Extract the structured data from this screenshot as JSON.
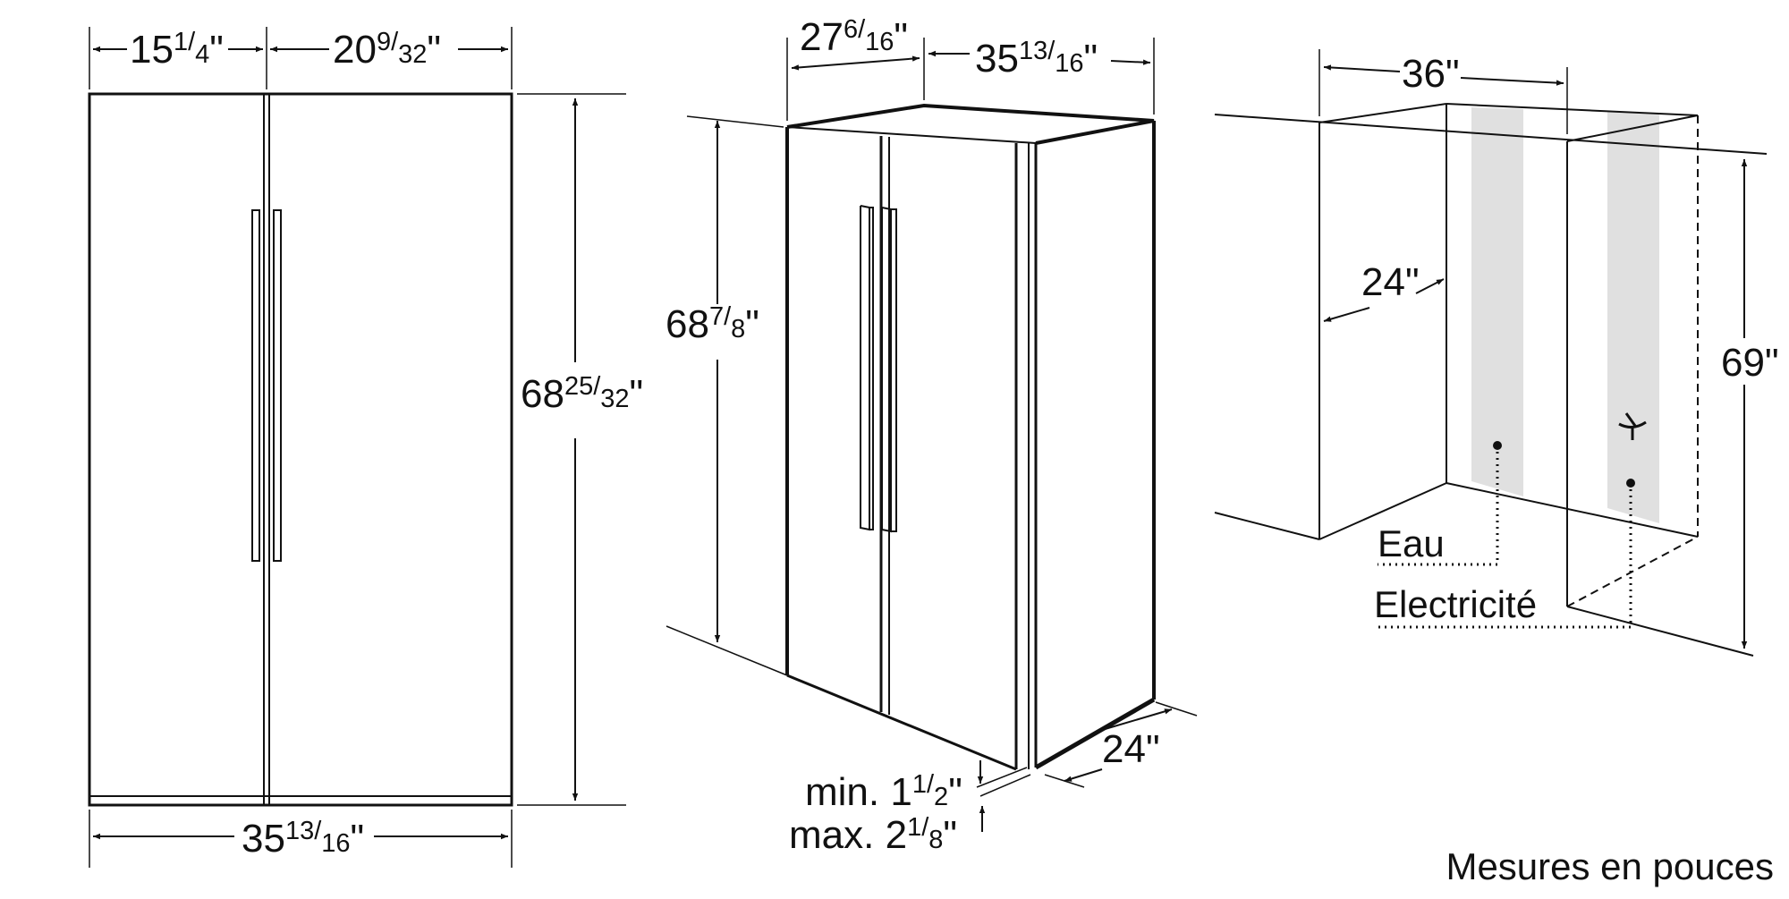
{
  "front_view": {
    "width_left": {
      "whole": "15",
      "num": "1",
      "den": "4",
      "unit": "\""
    },
    "width_right": {
      "whole": "20",
      "num": "9",
      "den": "32",
      "unit": "\""
    },
    "height": {
      "whole": "68",
      "num": "25",
      "den": "32",
      "unit": "\""
    },
    "total_width": {
      "whole": "35",
      "num": "13",
      "den": "16",
      "unit": "\""
    }
  },
  "perspective_view": {
    "depth": {
      "whole": "27",
      "num": "6",
      "den": "16",
      "unit": "\""
    },
    "width": {
      "whole": "35",
      "num": "13",
      "den": "16",
      "unit": "\""
    },
    "height": {
      "whole": "68",
      "num": "7",
      "den": "8",
      "unit": "\""
    },
    "side_depth": "24\"",
    "gap_min": {
      "prefix": "min. ",
      "whole": "1",
      "num": "1",
      "den": "2",
      "unit": "\""
    },
    "gap_max": {
      "prefix": "max. ",
      "whole": "2",
      "num": "1",
      "den": "8",
      "unit": "\""
    }
  },
  "niche_view": {
    "width": "36\"",
    "depth": "24\"",
    "height": "69\"",
    "water_label": "Eau",
    "electricity_label": "Electricité"
  },
  "footer_note": "Mesures en pouces"
}
